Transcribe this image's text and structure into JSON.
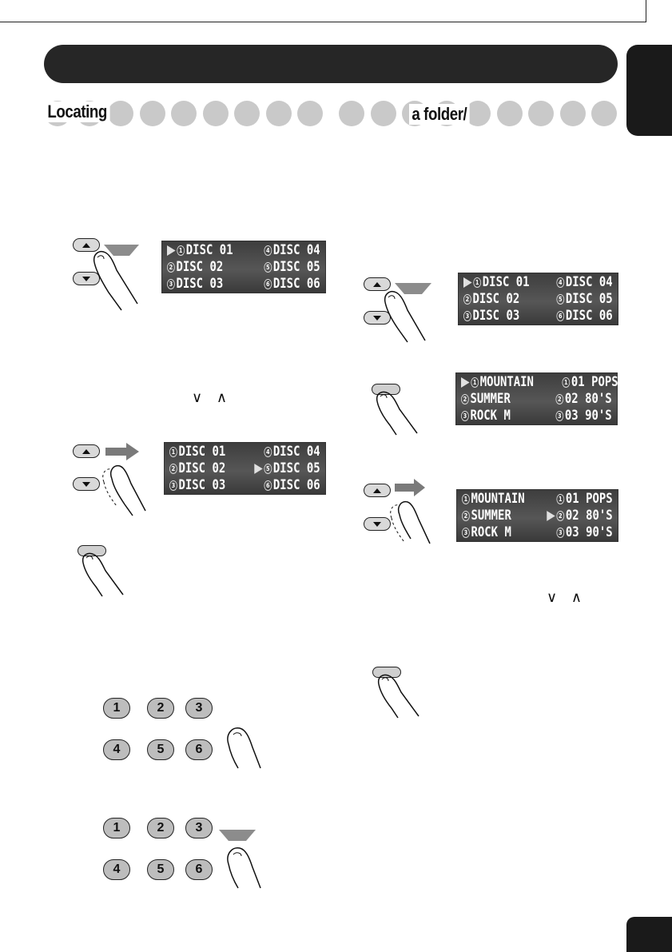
{
  "header": {
    "title_left": "Locating",
    "title_right": "a folder/"
  },
  "carets": {
    "left": "∨ ∧",
    "right": "∨ ∧"
  },
  "displays": {
    "disc_list_a": {
      "rows": [
        [
          {
            "num": "1",
            "text": "DISC 01",
            "selected": true
          },
          {
            "num": "4",
            "text": "DISC 04",
            "selected": false
          }
        ],
        [
          {
            "num": "2",
            "text": "DISC 02",
            "selected": false
          },
          {
            "num": "5",
            "text": "DISC 05",
            "selected": false
          }
        ],
        [
          {
            "num": "3",
            "text": "DISC 03",
            "selected": false
          },
          {
            "num": "6",
            "text": "DISC 06",
            "selected": false
          }
        ]
      ]
    },
    "disc_list_b": {
      "rows": [
        [
          {
            "num": "1",
            "text": "DISC 01",
            "selected": false
          },
          {
            "num": "4",
            "text": "DISC 04",
            "selected": false
          }
        ],
        [
          {
            "num": "2",
            "text": "DISC 02",
            "selected": false
          },
          {
            "num": "5",
            "text": "DISC 05",
            "selected": true
          }
        ],
        [
          {
            "num": "3",
            "text": "DISC 03",
            "selected": false
          },
          {
            "num": "6",
            "text": "DISC 06",
            "selected": false
          }
        ]
      ]
    },
    "disc_list_c": {
      "rows": [
        [
          {
            "num": "1",
            "text": "DISC 01",
            "selected": true
          },
          {
            "num": "4",
            "text": "DISC 04",
            "selected": false
          }
        ],
        [
          {
            "num": "2",
            "text": "DISC 02",
            "selected": false
          },
          {
            "num": "5",
            "text": "DISC 05",
            "selected": false
          }
        ],
        [
          {
            "num": "3",
            "text": "DISC 03",
            "selected": false
          },
          {
            "num": "6",
            "text": "DISC 06",
            "selected": false
          }
        ]
      ]
    },
    "folder_list_a": {
      "rows": [
        [
          {
            "num": "1",
            "text": "MOUNTAIN",
            "selected": true
          },
          {
            "num": "1",
            "text": "01 POPS",
            "selected": false
          }
        ],
        [
          {
            "num": "2",
            "text": "SUMMER",
            "selected": false
          },
          {
            "num": "2",
            "text": "02 80'S",
            "selected": false
          }
        ],
        [
          {
            "num": "3",
            "text": "ROCK M",
            "selected": false
          },
          {
            "num": "3",
            "text": "03 90'S",
            "selected": false
          }
        ]
      ]
    },
    "folder_list_b": {
      "rows": [
        [
          {
            "num": "1",
            "text": "MOUNTAIN",
            "selected": false
          },
          {
            "num": "1",
            "text": "01 POPS",
            "selected": false
          }
        ],
        [
          {
            "num": "2",
            "text": "SUMMER",
            "selected": false
          },
          {
            "num": "2",
            "text": "02 80'S",
            "selected": true
          }
        ],
        [
          {
            "num": "3",
            "text": "ROCK M",
            "selected": false
          },
          {
            "num": "3",
            "text": "03 90'S",
            "selected": false
          }
        ]
      ]
    }
  },
  "number_buttons": [
    "1",
    "2",
    "3",
    "4",
    "5",
    "6"
  ],
  "icons": {
    "up": "triangle-up-icon",
    "down": "triangle-down-icon",
    "finger": "finger-press-icon",
    "arrow": "arrow-right-icon"
  },
  "colors": {
    "header_bar": "#262626",
    "circle": "#c9c9c9",
    "lcd_bg": "#4a4a4a",
    "num_button": "#bdbdbd"
  }
}
